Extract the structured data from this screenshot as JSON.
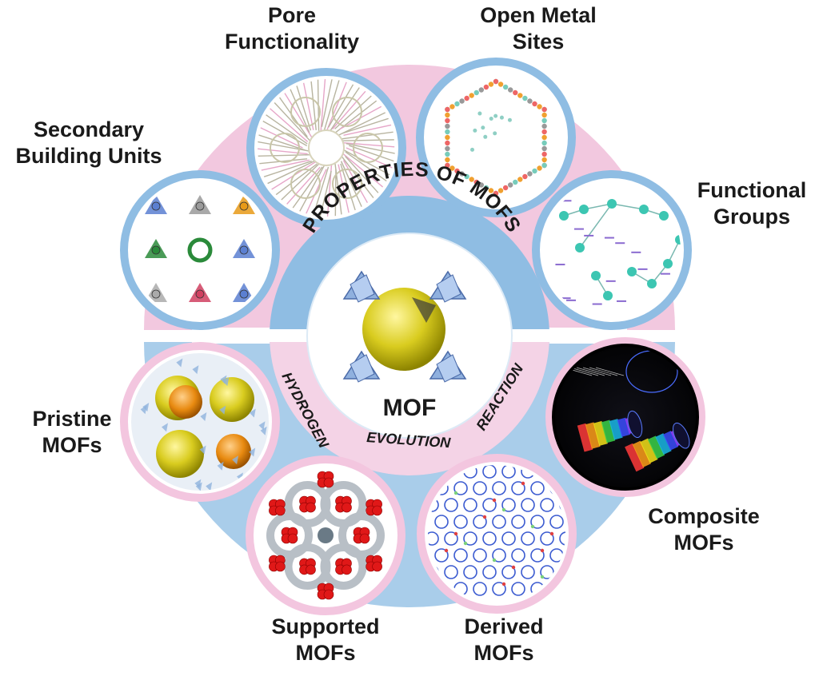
{
  "center": {
    "label": "MOF",
    "arc_top": "PROPERTIES OF MOFS",
    "arc_bottom_left": "HYDROGEN",
    "arc_bottom_mid": "EVOLUTION",
    "arc_bottom_right": "REACTION"
  },
  "properties": [
    {
      "id": "pore",
      "lines": [
        "Pore",
        "Functionality"
      ]
    },
    {
      "id": "oms",
      "lines": [
        "Open Metal",
        "Sites"
      ]
    },
    {
      "id": "sbu",
      "lines": [
        "Secondary",
        "Building Units"
      ]
    },
    {
      "id": "fg",
      "lines": [
        "Functional",
        "Groups"
      ]
    }
  ],
  "mof_types": [
    {
      "id": "pristine",
      "lines": [
        "Pristine",
        "MOFs"
      ]
    },
    {
      "id": "composite",
      "lines": [
        "Composite",
        "MOFs"
      ]
    },
    {
      "id": "supported",
      "lines": [
        "Supported",
        "MOFs"
      ]
    },
    {
      "id": "derived",
      "lines": [
        "Derived",
        "MOFs"
      ]
    }
  ],
  "colors": {
    "property_ring": "#8fbde3",
    "type_ring": "#f3c6df",
    "upper_band": "#f2c8df",
    "lower_band": "#a9cdea",
    "text": "#1a1a1a"
  }
}
